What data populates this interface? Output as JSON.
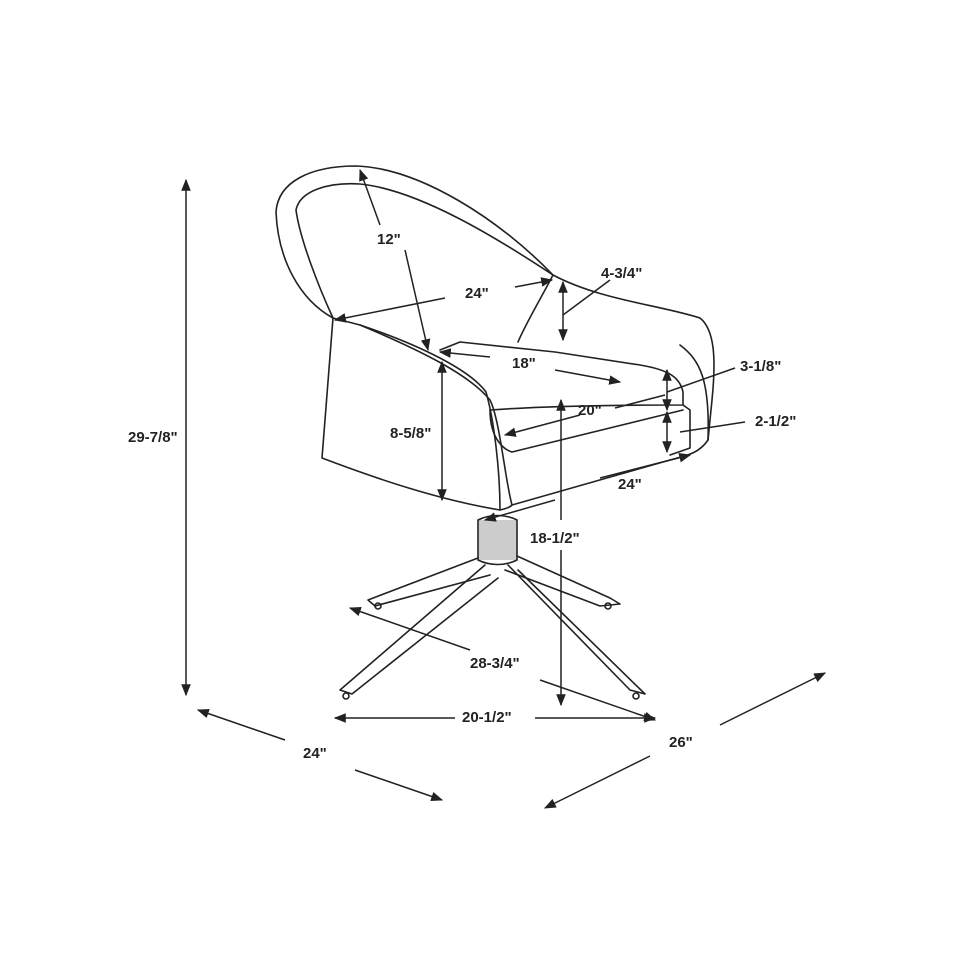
{
  "diagram": {
    "subject": "swivel-chair",
    "dimensions": {
      "back_height": "12\"",
      "inner_width": "24\"",
      "arm_height_above_seat": "4-3/4\"",
      "seat_depth": "18\"",
      "cushion_thickness": "3-1/8\"",
      "seat_width": "20\"",
      "seat_base_thickness": "2-1/2\"",
      "arm_side_height": "8-5/8\"",
      "arm_depth": "24\"",
      "seat_height": "18-1/2\"",
      "overall_height": "29-7/8\"",
      "base_diagonal": "28-3/4\"",
      "base_width": "20-1/2\"",
      "overall_width": "24\"",
      "overall_depth": "26\""
    }
  }
}
